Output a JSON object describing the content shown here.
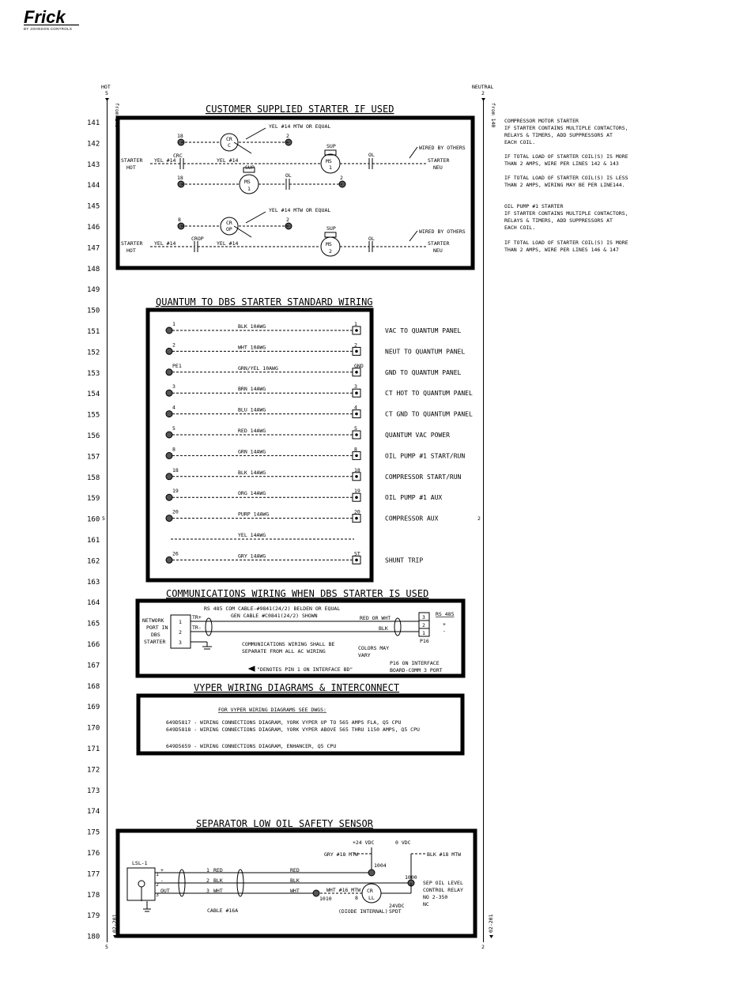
{
  "brand": {
    "name": "Frick",
    "sub": "BY JOHNSON CONTROLS"
  },
  "rails": {
    "left_label": "HOT",
    "left_num": "5",
    "right_label": "NEUTRAL",
    "right_num": "2",
    "left_from": "from 140",
    "right_from": "from 140",
    "left_to": "02-201",
    "right_to": "02-201",
    "left_bottom": "5",
    "right_bottom": "2",
    "mid_left": "5",
    "mid_right": "2"
  },
  "lines": [
    "141",
    "142",
    "143",
    "144",
    "145",
    "146",
    "147",
    "148",
    "149",
    "150",
    "151",
    "152",
    "153",
    "154",
    "155",
    "156",
    "157",
    "158",
    "159",
    "160",
    "161",
    "162",
    "163",
    "164",
    "165",
    "166",
    "167",
    "168",
    "169",
    "170",
    "171",
    "172",
    "173",
    "174",
    "175",
    "176",
    "177",
    "178",
    "179",
    "180"
  ],
  "notes": {
    "motor": [
      "COMPRESSOR MOTOR STARTER",
      "IF STARTER CONTAINS MULTIPLE CONTACTORS,",
      "RELAYS & TIMERS, ADD SUPPRESSORS AT",
      "EACH COIL."
    ],
    "motor2": [
      "IF TOTAL LOAD OF STARTER COIL(S) IS MORE",
      "THAN 2 AMPS, WIRE PER LINES 142 & 143"
    ],
    "motor3": [
      "IF TOTAL LOAD OF STARTER COIL(S) IS LESS",
      "THAN 2 AMPS, WIRING MAY BE PER LINE144."
    ],
    "pump": [
      "OIL PUMP #1 STARTER",
      "IF STARTER CONTAINS MULTIPLE CONTACTORS,",
      "RELAYS & TIMERS, ADD SUPPRESSORS AT",
      "EACH COIL."
    ],
    "pump2": [
      "IF TOTAL LOAD OF STARTER COIL(S) IS MORE",
      "THAN 2 AMPS, WIRE PER LINES 146 & 147"
    ]
  },
  "customer": {
    "title": "CUSTOMER SUPPLIED STARTER IF USED",
    "yel_equal": "YEL #14 MTW OR EQUAL",
    "yel_equal2": "YEL #14 MTW OR EQUAL",
    "n18a": "18",
    "n2a": "2",
    "n18b": "18",
    "n2b": "2",
    "n8": "8",
    "n2c": "2",
    "cr_top": "CR",
    "cr_bot": "C",
    "crc": "CRC",
    "yel14a": "YEL #14",
    "yel14b": "YEL #14",
    "sup": "SUP",
    "ms": "MS",
    "ms1": "1",
    "ol": "OL",
    "wired": "WIRED BY OTHERS",
    "starter_neu": "STARTER",
    "neu": "NEU",
    "starter_hot": "STARTER",
    "hot": "HOT",
    "cr_op_top": "CR",
    "cr_op_bot": "OP",
    "crop": "CROP",
    "ms2": "2"
  },
  "dbs": {
    "title": "QUANTUM TO DBS STARTER STANDARD WIRING",
    "rows": [
      {
        "left": "1",
        "wire": "BLK 10AWG",
        "right": "1",
        "desc": "VAC TO QUANTUM PANEL"
      },
      {
        "left": "2",
        "wire": "WHT 10AWG",
        "right": "2",
        "desc": "NEUT TO QUANTUM PANEL"
      },
      {
        "left": "PE1",
        "wire": "GRN/YEL 10AWG",
        "right": "GND",
        "desc": "GND TO QUANTUM PANEL"
      },
      {
        "left": "3",
        "wire": "BRN 14AWG",
        "right": "3",
        "desc": "CT HOT TO QUANTUM PANEL"
      },
      {
        "left": "4",
        "wire": "BLU 14AWG",
        "right": "4",
        "desc": "CT GND TO QUANTUM PANEL"
      },
      {
        "left": "5",
        "wire": "RED 14AWG",
        "right": "5",
        "desc": "QUANTUM VAC POWER"
      },
      {
        "left": "8",
        "wire": "GRN 14AWG",
        "right": "8",
        "desc": "OIL PUMP #1 START/RUN"
      },
      {
        "left": "18",
        "wire": "BLK 14AWG",
        "right": "18",
        "desc": "COMPRESSOR START/RUN"
      },
      {
        "left": "19",
        "wire": "ORG 14AWG",
        "right": "19",
        "desc": "OIL PUMP #1 AUX"
      },
      {
        "left": "20",
        "wire": "PURP 14AWG",
        "right": "20",
        "desc": "COMPRESSOR AUX"
      },
      {
        "left": "",
        "wire": "YEL 14AWG",
        "right": "",
        "desc": ""
      },
      {
        "left": "26",
        "wire": "GRY 14AWG",
        "right": "ST",
        "desc": "SHUNT TRIP"
      }
    ]
  },
  "comm": {
    "title": "COMMUNICATIONS WIRING WHEN DBS STARTER IS USED",
    "cable1": "RS 485 COM CABLE-#9841(24/2) BELDEN OR EQUAL",
    "cable2": "GEN CABLE #C0841(24/2) SHOWN",
    "network": [
      "NETWORK",
      "PORT IN",
      "DBS",
      "STARTER"
    ],
    "tr_plus": "TR+",
    "tr_minus": "TR-",
    "red_wht": "RED OR WHT",
    "blk": "BLK",
    "sep1": "COMMUNICATIONS WIRING SHALL BE",
    "sep2": "SEPARATE FROM ALL AC WIRING",
    "colors1": "COLORS MAY",
    "colors2": "VARY",
    "rs485": "RS 485",
    "p16": "P16",
    "iface1": "P16 ON INTERFACE",
    "iface2": "BOARD-COMM 3 PORT",
    "pin1": "\"DENOTES PIN 1 ON INTERFACE BD\"",
    "pins": [
      "3",
      "2",
      "1"
    ],
    "plus": "+",
    "minus": "-",
    "c1": "1",
    "c2": "2",
    "c3": "3"
  },
  "vyper": {
    "title": "VYPER WIRING DIAGRAMS & INTERCONNECT",
    "heading": "FOR VYPER WIRING DIAGRAMS SEE DWGS:",
    "lines": [
      "649D5817 - WIRING CONNECTIONS DIAGRAM, YORK VYPER UP TO 565 AMPS FLA, Q5 CPU",
      "649D5818 - WIRING CONNECTIONS DIAGRAM, YORK VYPER ABOVE 565 THRU 1150 AMPS, Q5 CPU",
      "649D5659 - WIRING CONNECTIONS DIAGRAM, ENHANCER, Q5 CPU"
    ]
  },
  "sensor": {
    "title": "SEPARATOR LOW OIL SAFETY SENSOR",
    "lsl": "LSL-1",
    "plus24": "+24 VDC",
    "zero": "0 VDC",
    "gry": "GRY #18 MTW",
    "blk18": "BLK #18 MTW",
    "n1004": "1004",
    "n1000": "1000",
    "n1010": "1010",
    "red": "RED",
    "blk": "BLK",
    "wht": "WHT",
    "wht18": "WHT #16 MTW",
    "pin_plus": "+",
    "pin_minus": "-",
    "out": "OUT",
    "p1": "1",
    "p2": "2",
    "p3": "3",
    "w1": "1",
    "w2": "2",
    "w3": "3",
    "cable": "CABLE #16A",
    "diode": "(DIODE INTERNAL)",
    "cr_top": "CR",
    "cr_bot": "LL",
    "c8": "8",
    "dc24": "24VDC",
    "spdt": "SPDT",
    "sep": [
      "SEP OIL LEVEL",
      "CONTROL RELAY",
      "NO 2-350",
      "NC"
    ]
  }
}
